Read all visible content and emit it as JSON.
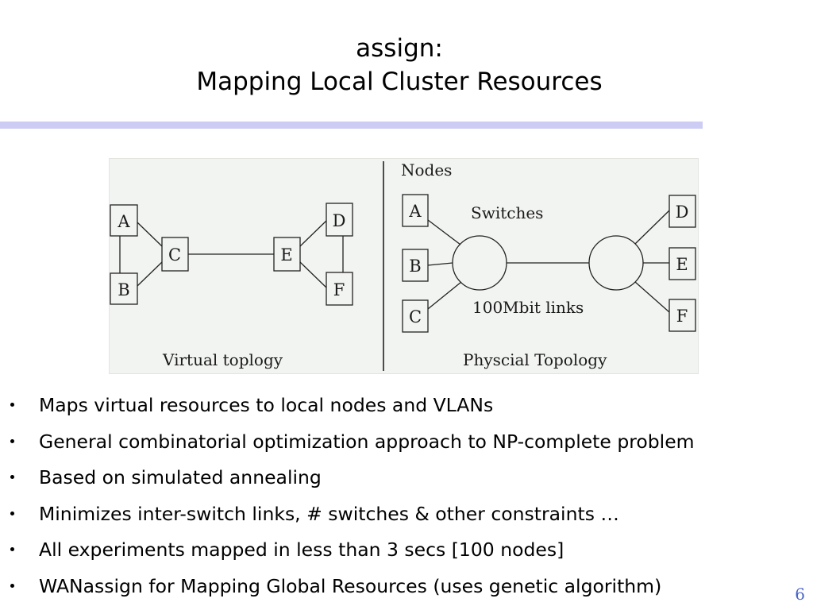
{
  "slide": {
    "title_line1": "assign:",
    "title_line2": "Mapping Local Cluster Resources",
    "page_number": "6"
  },
  "diagram": {
    "virtual": {
      "caption": "Virtual toplogy",
      "nodes": [
        "A",
        "B",
        "C",
        "D",
        "E",
        "F"
      ]
    },
    "physical": {
      "header": "Nodes",
      "switches_label": "Switches",
      "links_label": "100Mbit links",
      "caption": "Physcial Topology",
      "left_nodes": [
        "A",
        "B",
        "C"
      ],
      "right_nodes": [
        "D",
        "E",
        "F"
      ]
    }
  },
  "bullets": [
    "Maps virtual resources to local nodes and VLANs",
    "General combinatorial optimization approach to NP-complete problem",
    "Based on simulated annealing",
    "Minimizes inter-switch links, # switches & other constraints …",
    "All experiments mapped in less than 3 secs [100 nodes]",
    "WANassign for Mapping Global Resources (uses genetic algorithm)"
  ],
  "colors": {
    "accent_rule": "#ccccf5",
    "page_number": "#4a63c9",
    "figure_bg": "#f2f4f1"
  }
}
